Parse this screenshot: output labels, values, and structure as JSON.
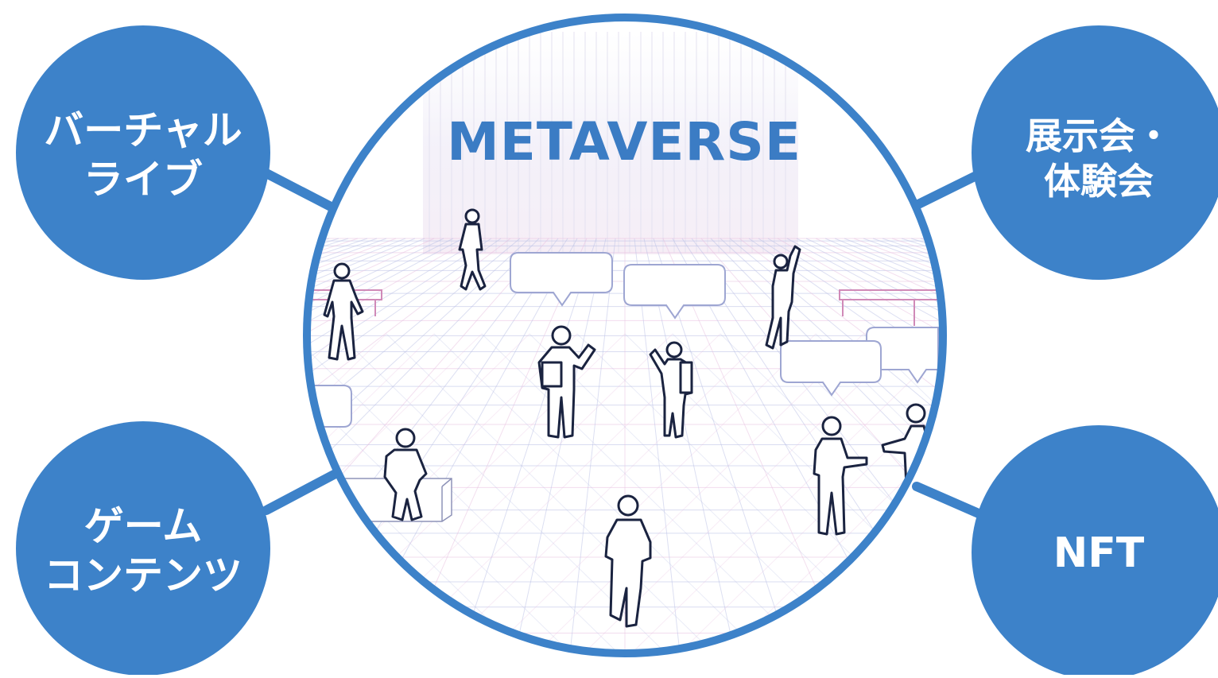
{
  "center": {
    "title": "METAVERSE"
  },
  "nodes": {
    "top_left": {
      "line1": "バーチャル",
      "line2": "ライブ"
    },
    "bottom_left": {
      "line1": "ゲーム",
      "line2": "コンテンツ"
    },
    "top_right": {
      "line1": "展示会・",
      "line2": "体験会"
    },
    "bottom_right": {
      "line1": "NFT"
    }
  },
  "colors": {
    "primary_blue": "#3d82c9",
    "figure_outline": "#1a2340",
    "grid_blue": "#b9bfe6",
    "grid_pink": "#e8bfe0",
    "bench_pink": "#d08ab8"
  },
  "icons": {
    "figures": "person-outline-icons",
    "speech": "speech-bubble-icons"
  }
}
